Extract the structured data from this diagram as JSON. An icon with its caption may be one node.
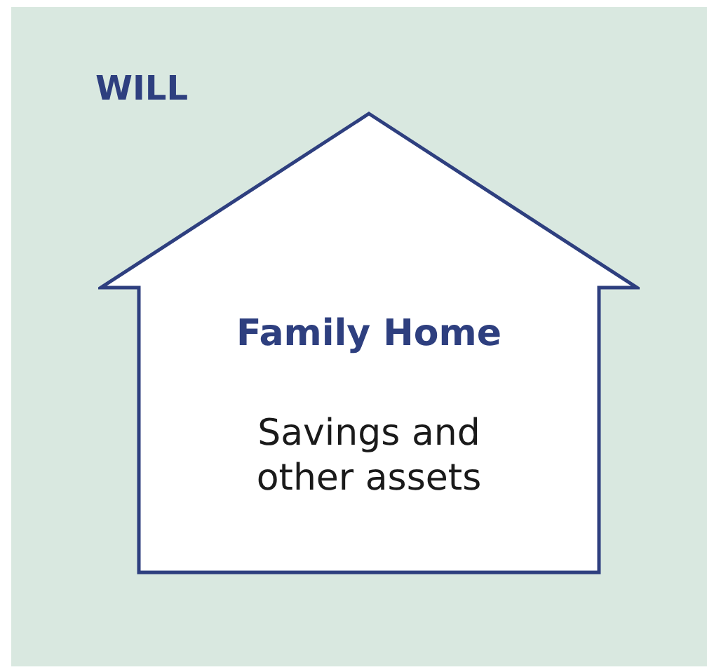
{
  "diagram": {
    "nodes": [
      {
        "text": [
          "WILL"
        ]
      },
      {
        "text": [
          "Family Home",
          "Savings and other assets"
        ],
        "in": 0
      }
    ]
  }
}
